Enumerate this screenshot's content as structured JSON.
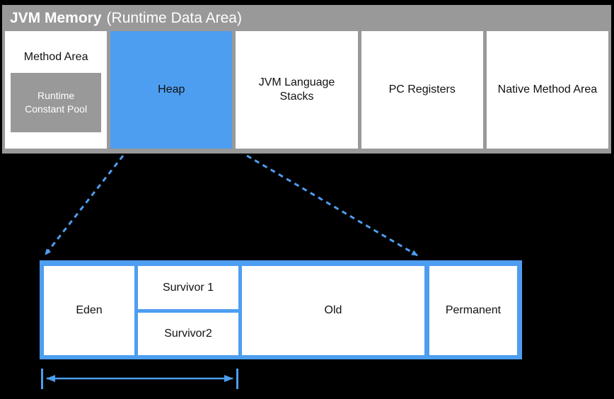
{
  "title": {
    "main": "JVM Memory",
    "suffix": "(Runtime Data Area)"
  },
  "memory_areas": [
    {
      "label": "Method Area",
      "sublabel": "Runtime Constant Pool"
    },
    {
      "label": "Heap",
      "highlighted": true
    },
    {
      "label": "JVM Language Stacks"
    },
    {
      "label": "PC Registers"
    },
    {
      "label": "Native Method Area"
    }
  ],
  "heap_detail": {
    "regions": [
      {
        "label": "Eden"
      },
      {
        "label": "Survivor 1"
      },
      {
        "label": "Survivor2"
      },
      {
        "label": "Old"
      },
      {
        "label": "Permanent"
      }
    ]
  },
  "colors": {
    "accent_blue": "#4D9EF0",
    "panel_gray": "#999999",
    "tile_white": "#FFFFFF",
    "background_black": "#000000",
    "title_text": "#FFFFFF"
  }
}
